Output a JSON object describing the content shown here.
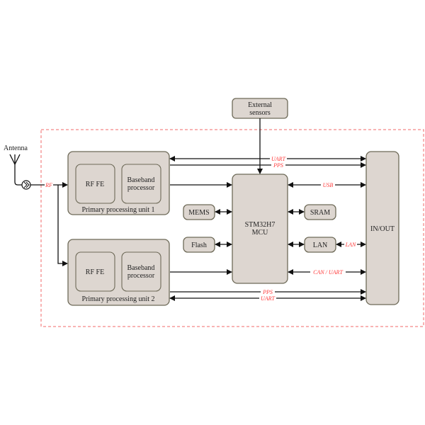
{
  "diagram": {
    "antenna": {
      "label": "Antenna",
      "signal": "RF"
    },
    "external_sensors": {
      "line1": "External",
      "line2": "sensors"
    },
    "unit1": {
      "title": "Primary processing unit 1",
      "rffe": "RF FE",
      "baseband_line1": "Baseband",
      "baseband_line2": "processor"
    },
    "unit2": {
      "title": "Primary processing unit 2",
      "rffe": "RF FE",
      "baseband_line1": "Baseband",
      "baseband_line2": "processor"
    },
    "mcu": {
      "line1": "STM32H7",
      "line2": "MCU"
    },
    "mems": "MEMS",
    "flash": "Flash",
    "sram": "SRAM",
    "lan": "LAN",
    "inout": "IN/OUT",
    "signals": {
      "uart_top": "UART",
      "pps_top": "PPS",
      "usb": "USB",
      "lan": "LAN",
      "can_uart": "CAN / UART",
      "pps_bottom": "PPS",
      "uart_bottom": "UART"
    },
    "colors": {
      "box_fill": "#ddd6d0",
      "box_stroke": "#6e6a58",
      "signal_label": "#ff3b3b",
      "boundary": "#f06a6a"
    }
  }
}
